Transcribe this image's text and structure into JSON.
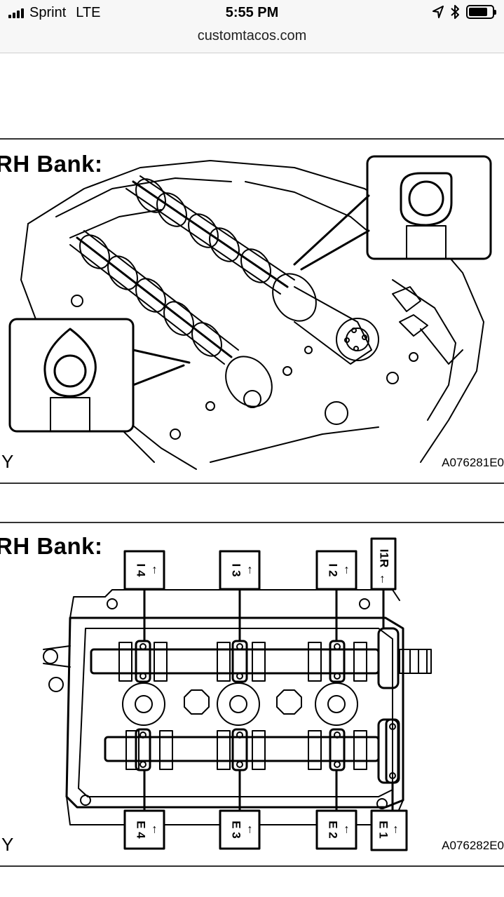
{
  "status_bar": {
    "carrier": "Sprint",
    "network": "LTE",
    "time": "5:55 PM",
    "icons": [
      "signal-icon",
      "location-arrow-icon",
      "bluetooth-icon",
      "battery-icon"
    ],
    "battery_level": 0.8
  },
  "browser": {
    "url": "customtacos.com"
  },
  "figure1": {
    "title": "RH Bank:",
    "corner_letter": "Y",
    "code": "A076281E0"
  },
  "figure2": {
    "title": "RH Bank:",
    "corner_letter": "Y",
    "code": "A076282E0",
    "intake_marks": [
      "I 4",
      "I 3",
      "I 2",
      "I1R"
    ],
    "exhaust_marks": [
      "E 4",
      "E 3",
      "E 2",
      "E 1"
    ]
  }
}
